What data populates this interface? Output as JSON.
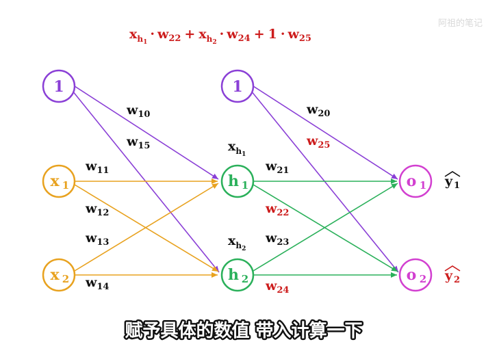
{
  "formula": {
    "x_symbol": "x",
    "h1_sub": "h",
    "h1_subsub": "1",
    "h2_sub": "h",
    "h2_subsub": "2",
    "dot": "·",
    "w22": "w",
    "w22_sub": "22",
    "plus": "+",
    "w24": "w",
    "w24_sub": "24",
    "one": "1",
    "w25": "w",
    "w25_sub": "25"
  },
  "nodes": {
    "bias_in": "1",
    "x1": "x",
    "x1_sub": "1",
    "x2": "x",
    "x2_sub": "2",
    "bias_hidden": "1",
    "h1": "h",
    "h1_sub": "1",
    "h2": "h",
    "h2_sub": "2",
    "o1": "o",
    "o1_sub": "1",
    "o2": "o",
    "o2_sub": "2"
  },
  "outputs": {
    "y1": "y",
    "y1_sub": "1",
    "y2": "y",
    "y2_sub": "2"
  },
  "weights": {
    "w10": "w",
    "w10_sub": "10",
    "w15": "w",
    "w15_sub": "15",
    "w11": "w",
    "w11_sub": "11",
    "w12": "w",
    "w12_sub": "12",
    "w13": "w",
    "w13_sub": "13",
    "w14": "w",
    "w14_sub": "14",
    "w20": "w",
    "w20_sub": "20",
    "w25": "w",
    "w25_sub": "25",
    "w21": "w",
    "w21_sub": "21",
    "w22": "w",
    "w22_sub": "22",
    "w23": "w",
    "w23_sub": "23",
    "w24": "w",
    "w24_sub": "24"
  },
  "hidden_values": {
    "xh1": "x",
    "xh1_sub": "h",
    "xh1_subsub": "1",
    "xh2": "x",
    "xh2_sub": "h",
    "xh2_subsub": "2"
  },
  "caption": "赋予具体的数值 带入计算一下",
  "watermark": "阿祖的笔记",
  "colors": {
    "purple": "#8a3fd6",
    "orange": "#e8a21f",
    "green": "#2ab05a",
    "magenta": "#d23fd0",
    "red": "#cc1b1b",
    "black": "#111111"
  }
}
